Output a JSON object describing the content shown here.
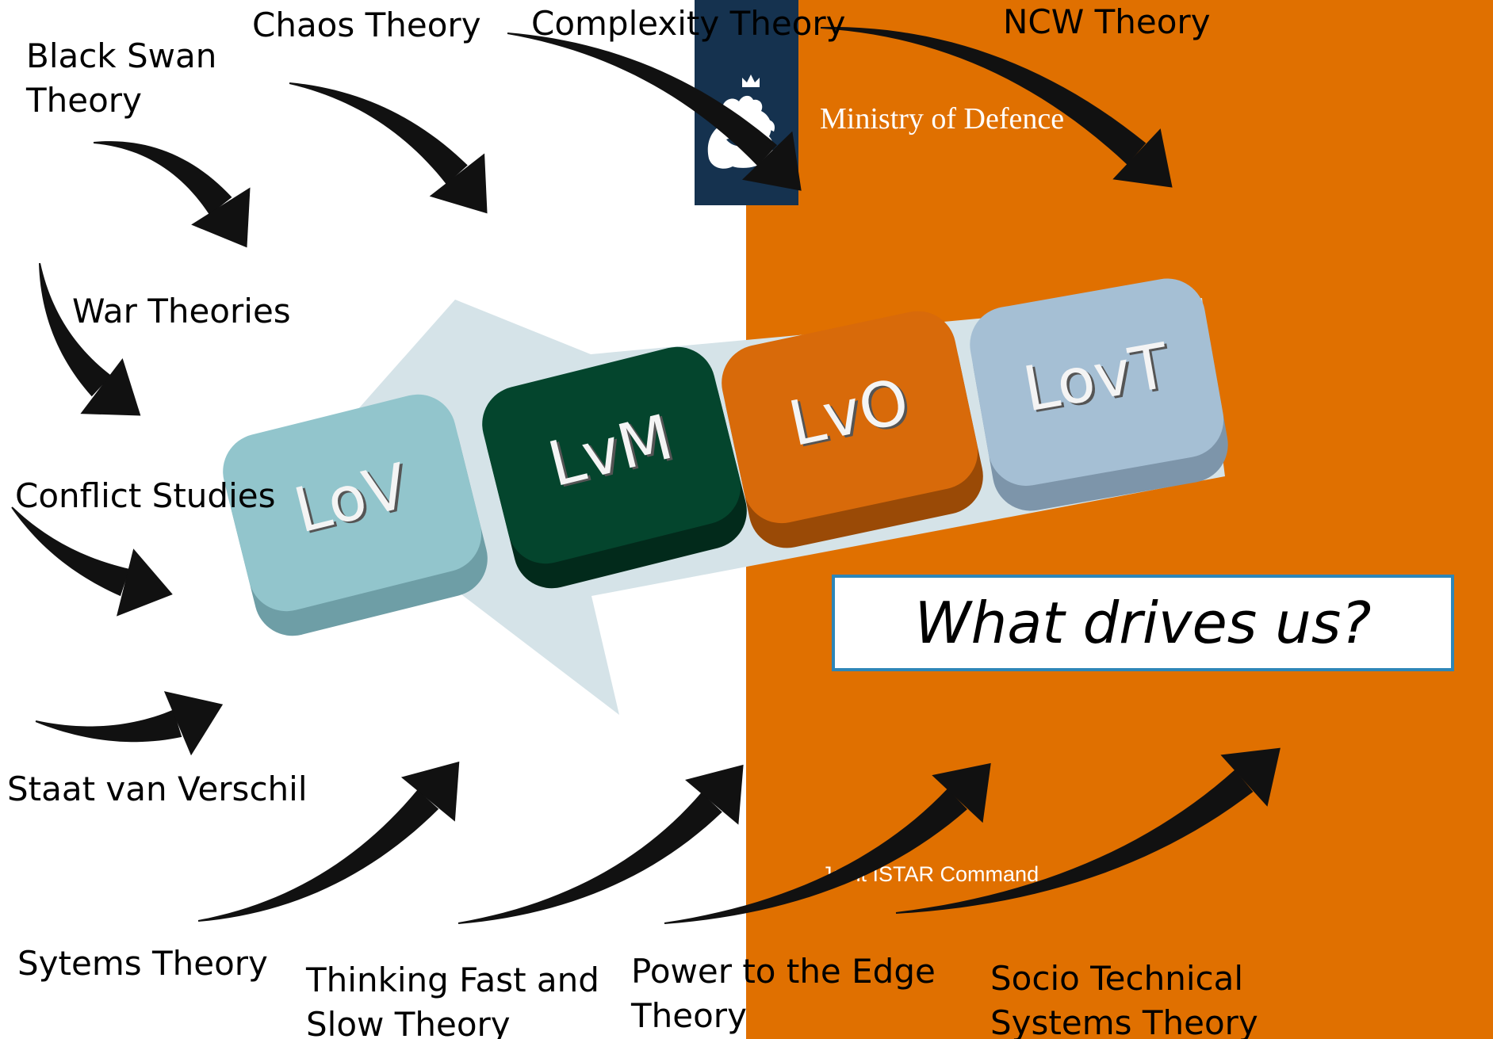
{
  "header": {
    "organization": "Ministry of Defence",
    "command": "Joint ISTAR Command"
  },
  "colors": {
    "orange_background": "#E07000",
    "logo_navy": "#15324F",
    "arrow": "#111111",
    "big_arrow": "#D5E3E8",
    "question_border": "#2E86B8"
  },
  "keys": [
    {
      "label": "LoV",
      "color": "#92C5CC",
      "shade": "#6E9EA6",
      "icon": "rounded-key"
    },
    {
      "label": "LvM",
      "color": "#04452D",
      "shade": "#022A1B",
      "icon": "rounded-key"
    },
    {
      "label": "LvO",
      "color": "#D86A0A",
      "shade": "#9A4A06",
      "icon": "rounded-key"
    },
    {
      "label": "LovT",
      "color": "#A5BFD4",
      "shade": "#7D95AA",
      "icon": "rounded-key"
    }
  ],
  "question": "What drives us?",
  "theories": {
    "chaos": "Chaos Theory",
    "complexity": "Complexity Theory",
    "ncw": "NCW Theory",
    "black_swan": "Black Swan\nTheory",
    "war": "War Theories",
    "conflict": "Conflict Studies",
    "staat": "Staat van Verschil",
    "systems": "Sytems Theory",
    "thinking": "Thinking Fast and\nSlow Theory",
    "power": "Power to the Edge\nTheory",
    "socio": "Socio Technical\nSystems Theory"
  }
}
